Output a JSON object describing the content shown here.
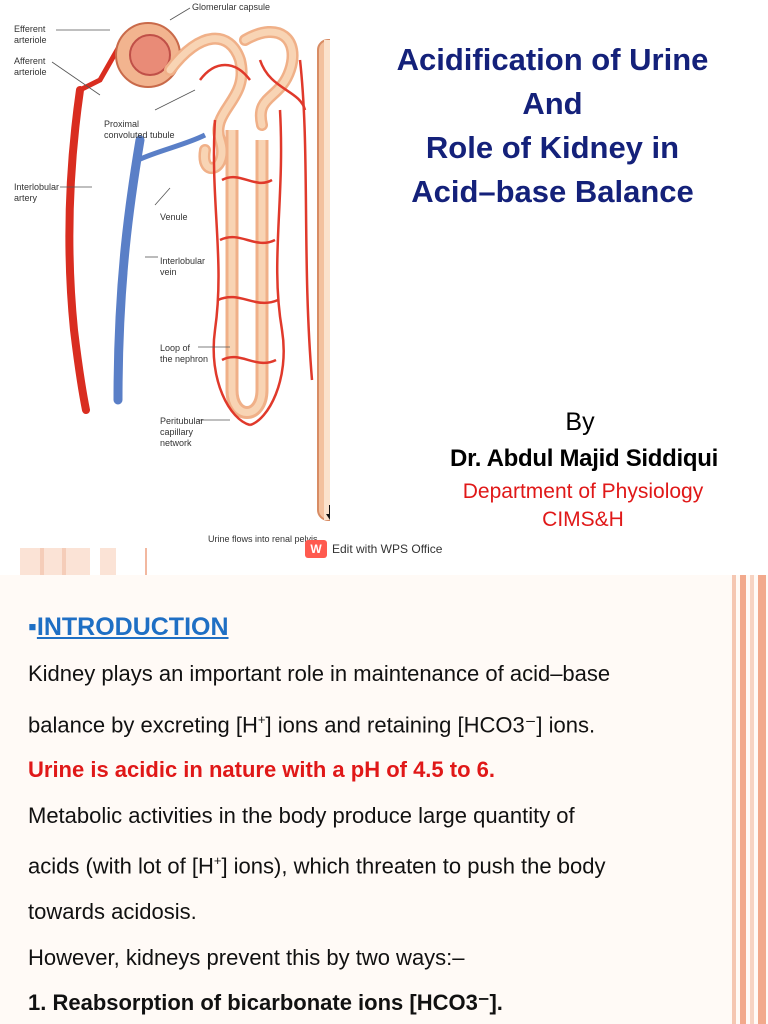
{
  "slide1": {
    "title_lines": [
      "Acidification of Urine",
      "And",
      "Role of Kidney in",
      "Acid–base Balance"
    ],
    "by": "By",
    "author": "Dr. Abdul Majid Siddiqui",
    "department": "Department of Physiology",
    "institution": "CIMS&H",
    "watermark": {
      "logo": "W",
      "text": "Edit with WPS Office"
    },
    "diagram_labels": {
      "glomerular_capsule": "Glomerular capsule",
      "efferent_arteriole": [
        "Efferent",
        "arteriole"
      ],
      "afferent_arteriole": [
        "Afferent",
        "arteriole"
      ],
      "proximal_tubule": [
        "Proximal",
        "convoluted tubule"
      ],
      "interlobular_artery": [
        "Interlobular",
        "artery"
      ],
      "venule": "Venule",
      "interlobular_vein": [
        "Interlobular",
        "vein"
      ],
      "loop": [
        "Loop of",
        "the nephron"
      ],
      "peritubular": [
        "Peritubular",
        "capillary",
        "network"
      ],
      "urine_flow": "Urine flows into renal pelvis"
    },
    "colors": {
      "title": "#14217a",
      "department": "#e01818",
      "artery": "#e0392b",
      "vein": "#5a7fc7",
      "tubule": "#f6c39a"
    }
  },
  "slide2": {
    "heading_bullet": "▪",
    "heading": "INTRODUCTION",
    "line1": "Kidney plays an important role in maintenance of acid–base",
    "line2_a": "balance by excreting [H",
    "line2_sup": "+",
    "line2_b": "] ions and retaining [HCO3⁻] ions.",
    "line3": "Urine is acidic in nature with a pH of 4.5 to 6.",
    "line4": "Metabolic activities in the body produce large quantity of",
    "line5_a": "acids (with lot of [H",
    "line5_sup": "+",
    "line5_b": "] ions), which threaten to push the body",
    "line6": "towards acidosis.",
    "line7": "However, kidneys prevent this by two ways:–",
    "line8": "1. Reabsorption of bicarbonate ions [HCO3⁻].",
    "colors": {
      "heading": "#1f6fc4",
      "highlight": "#e01818",
      "stripe": "#f2a98c"
    }
  }
}
